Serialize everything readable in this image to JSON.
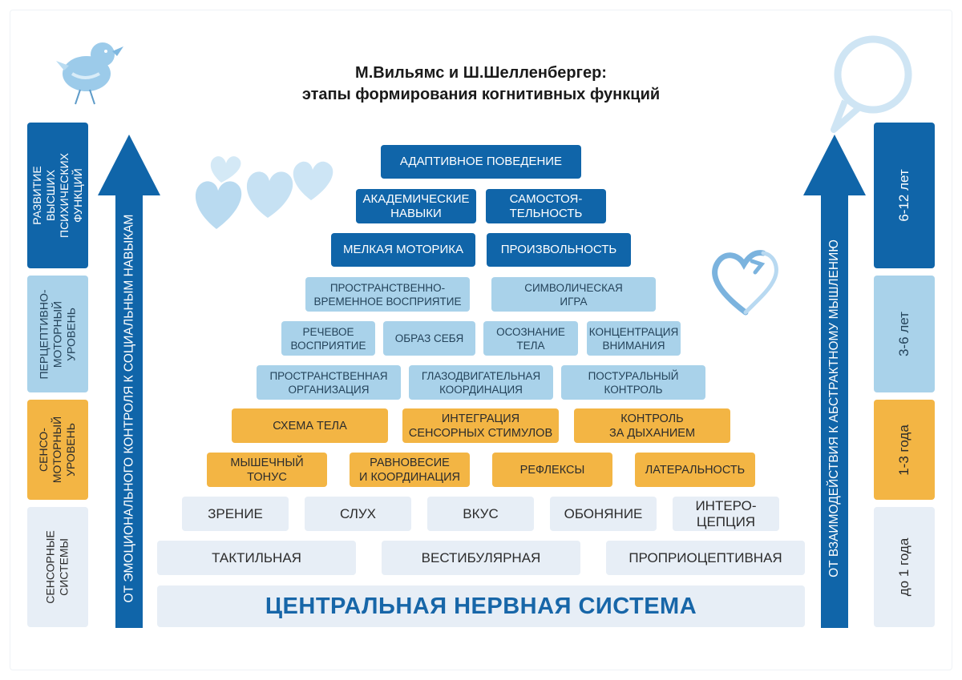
{
  "title": {
    "line1": "М.Вильямс и Ш.Шелленбергер:",
    "line2": "этапы формирования когнитивных функций"
  },
  "pyramid": {
    "row1": [
      "АДАПТИВНОЕ ПОВЕДЕНИЕ"
    ],
    "row2": [
      "АКАДЕМИЧЕСКИЕ\nНАВЫКИ",
      "САМОСТОЯ-\nТЕЛЬНОСТЬ"
    ],
    "row3": [
      "МЕЛКАЯ МОТОРИКА",
      "ПРОИЗВОЛЬНОСТЬ"
    ],
    "row4": [
      "ПРОСТРАНСТВЕННО-\nВРЕМЕННОЕ ВОСПРИЯТИЕ",
      "СИМВОЛИЧЕСКАЯ\nИГРА"
    ],
    "row5": [
      "РЕЧЕВОЕ\nВОСПРИЯТИЕ",
      "ОБРАЗ СЕБЯ",
      "ОСОЗНАНИЕ\nТЕЛА",
      "КОНЦЕНТРАЦИЯ\nВНИМАНИЯ"
    ],
    "row6": [
      "ПРОСТРАНСТВЕННАЯ\nОРГАНИЗАЦИЯ",
      "ГЛАЗОДВИГАТЕЛЬНАЯ\nКООРДИНАЦИЯ",
      "ПОСТУРАЛЬНЫЙ\nКОНТРОЛЬ"
    ],
    "row7": [
      "СХЕМА ТЕЛА",
      "ИНТЕГРАЦИЯ\nСЕНСОРНЫХ СТИМУЛОВ",
      "КОНТРОЛЬ\nЗА ДЫХАНИЕМ"
    ],
    "row8": [
      "МЫШЕЧНЫЙ\nТОНУС",
      "РАВНОВЕСИЕ\nИ КООРДИНАЦИЯ",
      "РЕФЛЕКСЫ",
      "ЛАТЕРАЛЬНОСТЬ"
    ],
    "row9": [
      "ЗРЕНИЕ",
      "СЛУХ",
      "ВКУС",
      "ОБОНЯНИЕ",
      "ИНТЕРО-\nЦЕПЦИЯ"
    ],
    "row10": [
      "ТАКТИЛЬНАЯ",
      "ВЕСТИБУЛЯРНАЯ",
      "ПРОПРИОЦЕПТИВНАЯ"
    ],
    "base": "ЦЕНТРАЛЬНАЯ НЕРВНАЯ СИСТЕМА"
  },
  "levels": [
    "РАЗВИТИЕ ВЫСШИХ\nПСИХИЧЕСКИХ\nФУНКЦИЙ",
    "ПЕРЦЕПТИВНО-\nМОТОРНЫЙ\nУРОВЕНЬ",
    "СЕНСО-\nМОТОРНЫЙ\nУРОВЕНЬ",
    "СЕНСОРНЫЕ\nСИСТЕМЫ"
  ],
  "ages": [
    "6-12 лет",
    "3-6 лет",
    "1-3 года",
    "до 1 года"
  ],
  "arrows": {
    "left": "ОТ ЭМОЦИОНАЛЬНОГО КОНТРОЛЯ К СОЦИАЛЬНЫМ НАВЫКАМ",
    "right": "ОТ ВЗАИМОДЕЙСТВИЯ К АБСТРАКТНОМУ МЫШЛЕНИЮ"
  },
  "colors": {
    "dark_blue": "#1065a9",
    "light_blue": "#a9d2ea",
    "orange": "#f3b544",
    "pale": "#e7eef6",
    "cns_text": "#1766a8"
  },
  "icons": [
    "bird-icon",
    "speech-bubble-icon",
    "hearts-icon",
    "heart-outline-icon"
  ]
}
